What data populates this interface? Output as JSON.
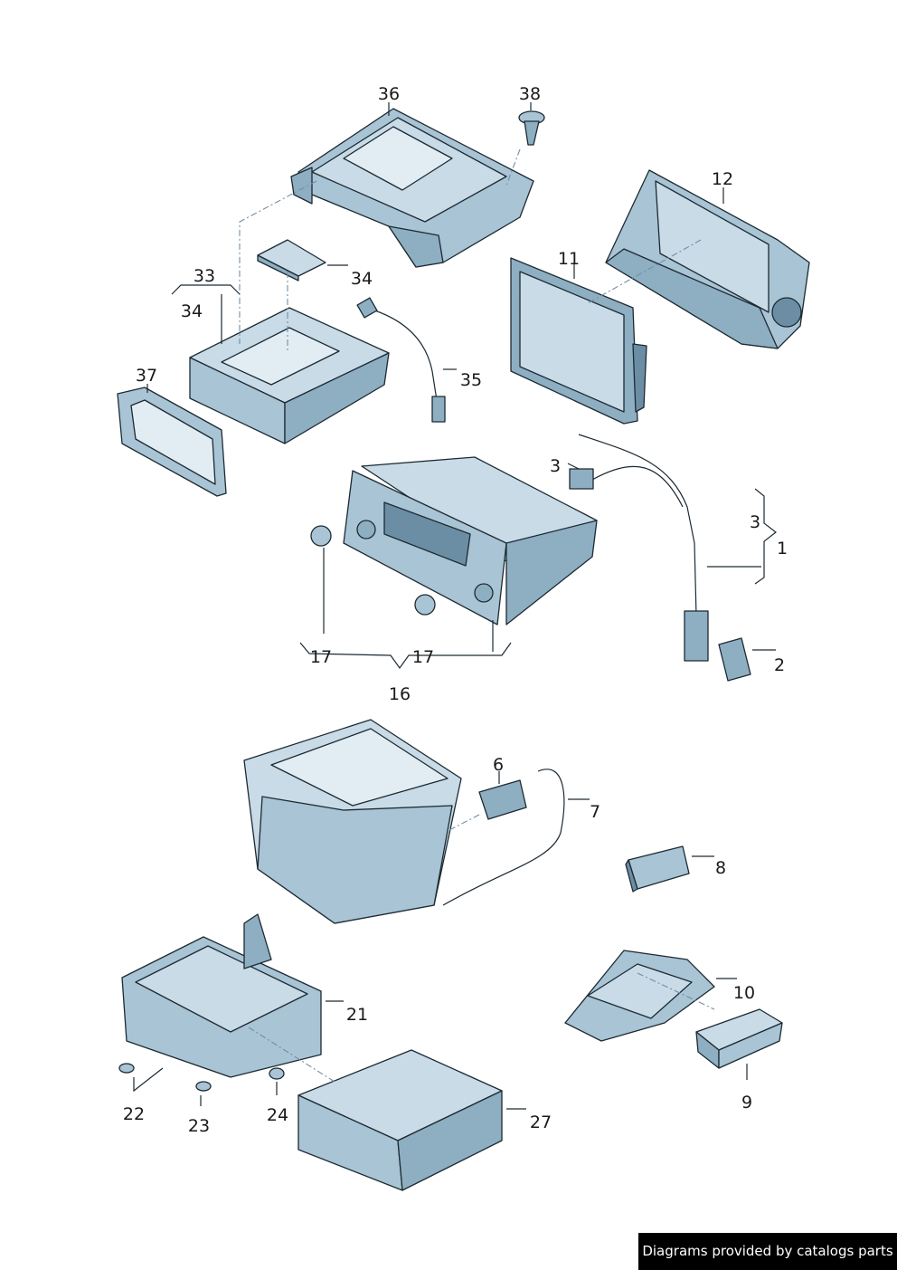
{
  "labels": {
    "l36": "36",
    "l38": "38",
    "l12": "12",
    "l33": "33",
    "l34a": "34",
    "l34b": "34",
    "l11": "11",
    "l37": "37",
    "l35": "35",
    "l3a": "3",
    "l3b": "3",
    "l1": "1",
    "l17a": "17",
    "l17b": "17",
    "l16": "16",
    "l2": "2",
    "l6": "6",
    "l7": "7",
    "l8": "8",
    "l10": "10",
    "l21": "21",
    "l9": "9",
    "l22": "22",
    "l23": "23",
    "l24": "24",
    "l27": "27"
  },
  "footer": {
    "text": "Diagrams provided by catalogs parts"
  }
}
